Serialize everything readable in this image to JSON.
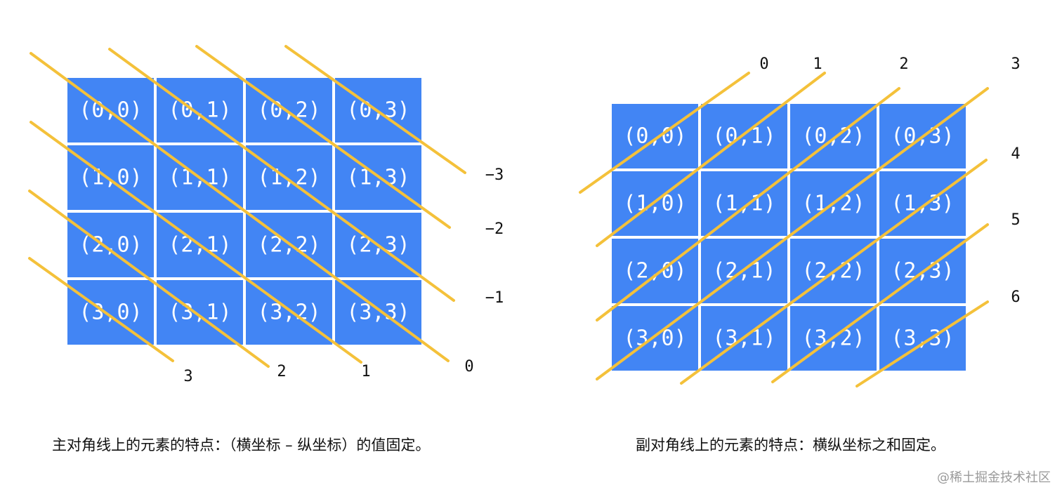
{
  "colors": {
    "cell": "#4285F4",
    "line": "#F4C13A",
    "text": "#111111"
  },
  "left_panel": {
    "cells": [
      [
        "(0,0)",
        "(0,1)",
        "(0,2)",
        "(0,3)"
      ],
      [
        "(1,0)",
        "(1,1)",
        "(1,2)",
        "(1,3)"
      ],
      [
        "(2,0)",
        "(2,1)",
        "(2,2)",
        "(2,3)"
      ],
      [
        "(3,0)",
        "(3,1)",
        "(3,2)",
        "(3,3)"
      ]
    ],
    "diagonal_labels": [
      "−3",
      "−2",
      "−1",
      "0",
      "1",
      "2",
      "3"
    ],
    "caption": "主对角线上的元素的特点：（横坐标 – 纵坐标）的值固定。"
  },
  "right_panel": {
    "cells": [
      [
        "(0,0)",
        "(0,1)",
        "(0,2)",
        "(0,3)"
      ],
      [
        "(1,0)",
        "(1,1)",
        "(1,2)",
        "(1,3)"
      ],
      [
        "(2,0)",
        "(2,1)",
        "(2,2)",
        "(2,3)"
      ],
      [
        "(3,0)",
        "(3,1)",
        "(3,2)",
        "(3,3)"
      ]
    ],
    "diagonal_labels": [
      "0",
      "1",
      "2",
      "3",
      "4",
      "5",
      "6"
    ],
    "caption": "副对角线上的元素的特点：横纵坐标之和固定。"
  },
  "watermark": "@稀土掘金技术社区"
}
